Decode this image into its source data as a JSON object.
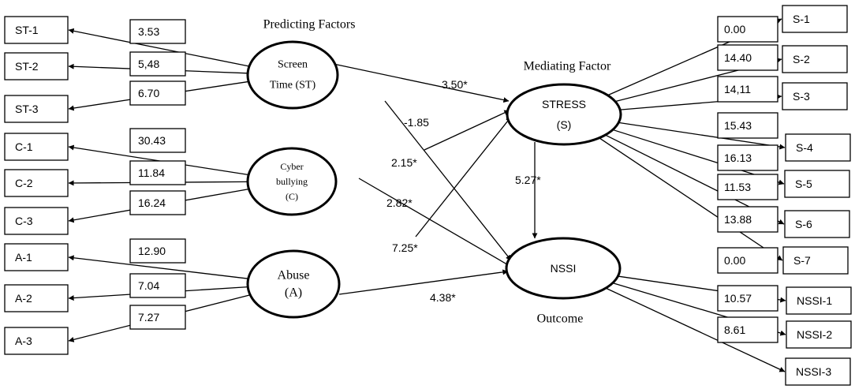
{
  "headings": {
    "predicting": "Predicting Factors",
    "mediating": "Mediating Factor",
    "outcome": "Outcome"
  },
  "latents": {
    "st": [
      "Screen",
      "Time (ST)"
    ],
    "cb": [
      "Cyber",
      "bullying",
      "(C)"
    ],
    "ab": [
      "Abuse",
      "(A)"
    ],
    "stress": [
      "STRESS",
      "(S)"
    ],
    "nssi": [
      "NSSI"
    ]
  },
  "left_indicators": [
    {
      "label": "ST-1",
      "value": "3.53"
    },
    {
      "label": "ST-2",
      "value": "5,48"
    },
    {
      "label": "ST-3",
      "value": "6.70"
    },
    {
      "label": "C-1",
      "value": "30.43"
    },
    {
      "label": "C-2",
      "value": "11.84"
    },
    {
      "label": "C-3",
      "value": "16.24"
    },
    {
      "label": "A-1",
      "value": "12.90"
    },
    {
      "label": "A-2",
      "value": "7.04"
    },
    {
      "label": "A-3",
      "value": "7.27"
    }
  ],
  "right_indicators": [
    {
      "label": "S-1",
      "value": "0.00"
    },
    {
      "label": "S-2",
      "value": "14.40"
    },
    {
      "label": "S-3",
      "value": "14,11"
    },
    {
      "label": "S-4",
      "value": "15.43"
    },
    {
      "label": "S-5",
      "value": "16.13"
    },
    {
      "label": "S-6",
      "value": "11.53"
    },
    {
      "label": "S-7",
      "value": "13.88"
    },
    {
      "label": "NSSI-1",
      "value": "0.00"
    },
    {
      "label": "NSSI-2",
      "value": "10.57"
    },
    {
      "label": "NSSI-3",
      "value": "8.61"
    }
  ],
  "paths": [
    {
      "from": "Screen Time (ST)",
      "to": "STRESS (S)",
      "coef": "3.50*"
    },
    {
      "from": "Screen Time (ST)",
      "to": "NSSI",
      "coef": "-1.85"
    },
    {
      "from": "Cyber bullying (C)",
      "to": "STRESS (S)",
      "coef": "2.15*"
    },
    {
      "from": "Cyber bullying (C)",
      "to": "NSSI",
      "coef": "2.82*"
    },
    {
      "from": "Abuse (A)",
      "to": "STRESS (S)",
      "coef": "7.25*"
    },
    {
      "from": "Abuse (A)",
      "to": "NSSI",
      "coef": "4.38*"
    },
    {
      "from": "STRESS (S)",
      "to": "NSSI",
      "coef": "5.27*"
    }
  ]
}
